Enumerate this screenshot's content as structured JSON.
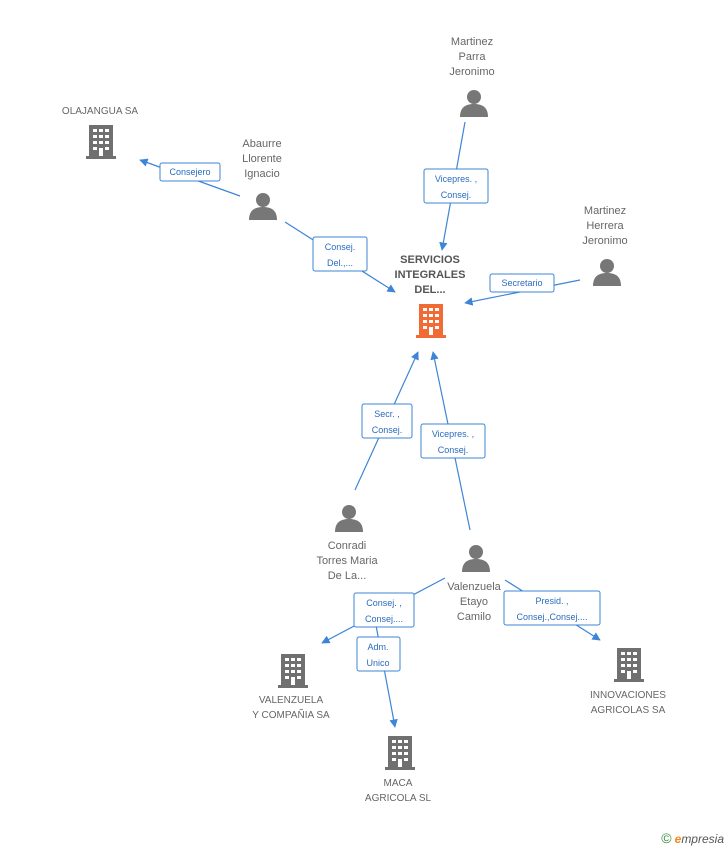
{
  "colors": {
    "edge": "#3d85d6",
    "person_icon": "#777777",
    "company_icon": "#707070",
    "center_icon": "#f26a34"
  },
  "nodes": {
    "center": {
      "lines": [
        "SERVICIOS",
        "INTEGRALES",
        "DEL..."
      ],
      "icon": "building-icon"
    },
    "olajangua": {
      "lines": [
        "OLAJANGUA SA"
      ],
      "icon": "building-icon"
    },
    "abaurre": {
      "lines": [
        "Abaurre",
        "Llorente",
        "Ignacio"
      ],
      "icon": "person-icon"
    },
    "martinez_parra": {
      "lines": [
        "Martinez",
        "Parra",
        "Jeronimo"
      ],
      "icon": "person-icon"
    },
    "martinez_herrera": {
      "lines": [
        "Martinez",
        "Herrera",
        "Jeronimo"
      ],
      "icon": "person-icon"
    },
    "conradi": {
      "lines": [
        "Conradi",
        "Torres Maria",
        "De La..."
      ],
      "icon": "person-icon"
    },
    "valenzuela_camilo": {
      "lines": [
        "Valenzuela",
        "Etayo",
        "Camilo"
      ],
      "icon": "person-icon"
    },
    "valenzuela_cia": {
      "lines": [
        "VALENZUELA",
        "Y COMPAÑIA SA"
      ],
      "icon": "building-icon"
    },
    "innovaciones": {
      "lines": [
        "INNOVACIONES",
        "AGRICOLAS SA"
      ],
      "icon": "building-icon"
    },
    "maca": {
      "lines": [
        "MACA",
        "AGRICOLA SL"
      ],
      "icon": "building-icon"
    }
  },
  "edges": [
    {
      "id": "abaurre-olajangua",
      "lines": [
        "Consejero"
      ]
    },
    {
      "id": "abaurre-center",
      "lines": [
        "Consej.",
        "Del.,..."
      ]
    },
    {
      "id": "parra-center",
      "lines": [
        "Vicepres. ,",
        "Consej."
      ]
    },
    {
      "id": "herrera-center",
      "lines": [
        "Secretario"
      ]
    },
    {
      "id": "conradi-center",
      "lines": [
        "Secr. ,",
        "Consej."
      ]
    },
    {
      "id": "camilo-center",
      "lines": [
        "Vicepres. ,",
        "Consej."
      ]
    },
    {
      "id": "camilo-valenzuela-cia",
      "lines": [
        "Consej. ,",
        "Consej...."
      ]
    },
    {
      "id": "camilo-maca",
      "lines": [
        "Adm.",
        "Unico"
      ]
    },
    {
      "id": "camilo-innovaciones",
      "lines": [
        "Presid. ,",
        "Consej.,Consej...."
      ]
    }
  ],
  "footer": {
    "copyright_symbol": "©",
    "brand_initial": "e",
    "brand_rest": "mpresia"
  }
}
